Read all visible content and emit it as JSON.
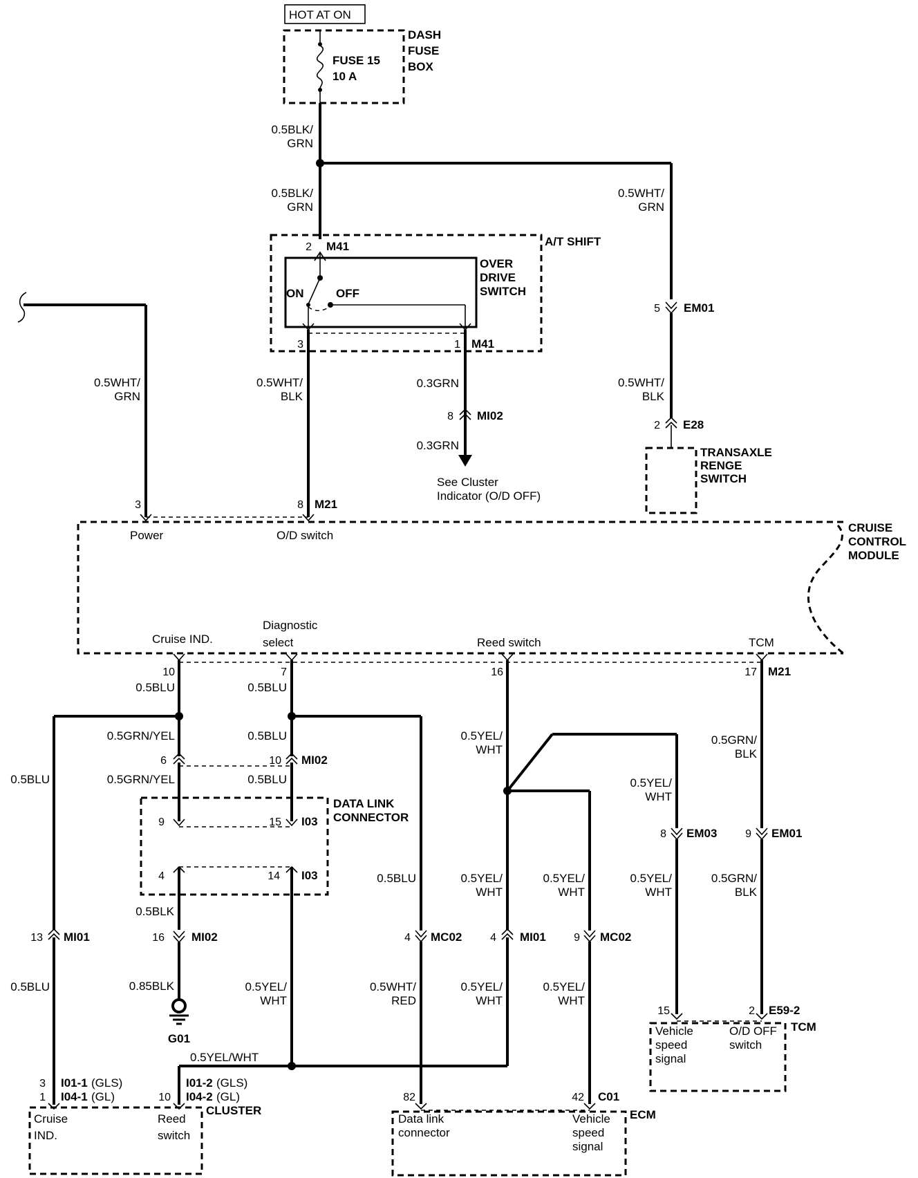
{
  "hot_label": "HOT AT ON",
  "dash_fuse_box": {
    "l1": "DASH",
    "l2": "FUSE",
    "l3": "BOX",
    "fuse1": "FUSE 15",
    "fuse2": "10 A"
  },
  "wires": {
    "w_blkgrn_a": [
      "0.5BLK/",
      "GRN"
    ],
    "w_blkgrn_b": [
      "0.5BLK/",
      "GRN"
    ],
    "w_whtgrn_right": [
      "0.5WHT/",
      "GRN"
    ],
    "w_whtblk_right": [
      "0.5WHT/",
      "BLK"
    ],
    "w_whtgrn_left": [
      "0.5WHT/",
      "GRN"
    ],
    "w_whtblk_mid": [
      "0.5WHT/",
      "BLK"
    ],
    "w_grn_a": "0.3GRN",
    "w_grn_b": "0.3GRN",
    "blu_10": "0.5BLU",
    "blu_7": "0.5BLU",
    "grnyel_a": "0.5GRN/YEL",
    "blu_b": "0.5BLU",
    "blu_far": "0.5BLU",
    "grnyel_b": "0.5GRN/YEL",
    "blu_c": "0.5BLU",
    "yelwht_16": [
      "0.5YEL/",
      "WHT"
    ],
    "yelwht_em03a": [
      "0.5YEL/",
      "WHT"
    ],
    "grnblk_a": [
      "0.5GRN/",
      "BLK"
    ],
    "blu_mc": "0.5BLU",
    "yelwht_mid1": [
      "0.5YEL/",
      "WHT"
    ],
    "yelwht_mid2": [
      "0.5YEL/",
      "WHT"
    ],
    "yelwht_em03b": [
      "0.5YEL/",
      "WHT"
    ],
    "grnblk_b": [
      "0.5GRN/",
      "BLK"
    ],
    "blk": "0.5BLK",
    "blu_low": "0.5BLU",
    "blk85": "0.85BLK",
    "yelwht_i03": [
      "0.5YEL/",
      "WHT"
    ],
    "whtred": [
      "0.5WHT/",
      "RED"
    ],
    "yelwht_mi01": [
      "0.5YEL/",
      "WHT"
    ],
    "yelwht_mc02": [
      "0.5YEL/",
      "WHT"
    ],
    "yelwht_bus": "0.5YEL/WHT"
  },
  "connectors": {
    "m41": "M41",
    "em01": "EM01",
    "e28": "E28",
    "mi02": "MI02",
    "m21": "M21",
    "i03": "I03",
    "em03": "EM03",
    "mi01": "MI01",
    "mc02": "MC02",
    "e59": "E59-2",
    "c01": "C01",
    "g01": "G01"
  },
  "pins": {
    "p2_m41": "2",
    "p3_m41": "3",
    "p1_m41": "1",
    "p5_em01": "5",
    "p2_e28": "2",
    "p8_mi02": "8",
    "p3_m21": "3",
    "p8_m21": "8",
    "p10": "10",
    "p7": "7",
    "p16": "16",
    "p17": "17",
    "p6": "6",
    "p10_mi02": "10",
    "p9_i03": "9",
    "p15_i03": "15",
    "p4_i03": "4",
    "p14_i03": "14",
    "p8_em03": "8",
    "p9_em01": "9",
    "p13_mi01": "13",
    "p16_mi02": "16",
    "p4_mc02": "4",
    "p4_mi01": "4",
    "p9_mc02": "9",
    "p15_tcm": "15",
    "p2_tcm": "2",
    "p3_cl": "3",
    "p1_cl": "1",
    "p10_cl": "10",
    "p82": "82",
    "p42": "42"
  },
  "switch": {
    "box": "A/T SHIFT",
    "t1": "OVER",
    "t2": "DRIVE",
    "t3": "SWITCH",
    "on": "ON",
    "off": "OFF"
  },
  "transaxle": [
    "TRANSAXLE",
    "RENGE",
    "SWITCH"
  ],
  "see_cluster": [
    "See Cluster",
    "Indicator (O/D OFF)"
  ],
  "ccm": {
    "t1": "CRUISE",
    "t2": "CONTROL",
    "t3": "MODULE",
    "power": "Power",
    "od_switch": "O/D switch",
    "cruise_ind": "Cruise IND.",
    "diag1": "Diagnostic",
    "diag2": "select",
    "reed": "Reed switch",
    "tcm": "TCM"
  },
  "dlc": [
    "DATA LINK",
    "CONNECTOR"
  ],
  "tcm_box": {
    "name": "TCM",
    "vss": [
      "Vehicle",
      "speed",
      "signal"
    ],
    "od": [
      "O/D OFF",
      "switch"
    ]
  },
  "cluster": {
    "name": "CLUSTER",
    "c1a": "I01-1",
    "c1b": "(GLS)",
    "c1c": "I04-1",
    "c1d": "(GL)",
    "c2a": "I01-2",
    "c2b": "(GLS)",
    "c2c": "I04-2",
    "c2d": "(GL)",
    "cruise": [
      "Cruise",
      "IND."
    ],
    "reed": [
      "Reed",
      "switch"
    ]
  },
  "ecm": {
    "name": "ECM",
    "dlc": [
      "Data link",
      "connector"
    ],
    "vss": [
      "Vehicle",
      "speed",
      "signal"
    ]
  }
}
